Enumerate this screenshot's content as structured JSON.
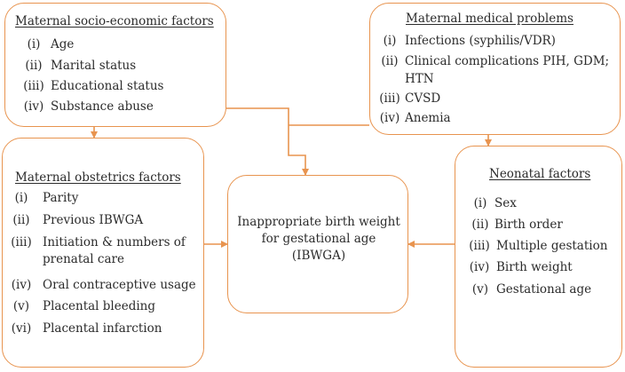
{
  "socio": {
    "title": "Maternal socio-economic factors",
    "items": [
      {
        "num": "(i)",
        "text": "Age"
      },
      {
        "num": "(ii)",
        "text": "Marital status"
      },
      {
        "num": "(iii)",
        "text": "Educational status"
      },
      {
        "num": "(iv)",
        "text": "Substance abuse"
      }
    ]
  },
  "medical": {
    "title": "Maternal medical problems",
    "items": [
      {
        "num": "(i)",
        "text": "Infections (syphilis/VDR)"
      },
      {
        "num": "(ii)",
        "text": "Clinical complications PIH, GDM;",
        "text2": "HTN"
      },
      {
        "num": "(iii)",
        "text": "CVSD"
      },
      {
        "num": "(iv)",
        "text": "Anemia"
      }
    ]
  },
  "obstetric": {
    "title": "Maternal obstetrics factors",
    "items": [
      {
        "num": "(i)",
        "text": "Parity"
      },
      {
        "num": "(ii)",
        "text": "Previous IBWGA"
      },
      {
        "num": "(iii)",
        "text": "Initiation & numbers of",
        "text2": "prenatal care"
      },
      {
        "num": "(iv)",
        "text": "Oral contraceptive usage"
      },
      {
        "num": "(v)",
        "text": "Placental bleeding"
      },
      {
        "num": "(vi)",
        "text": "Placental infarction"
      }
    ]
  },
  "neonatal": {
    "title": "Neonatal factors",
    "items": [
      {
        "num": "(i)",
        "text": "Sex"
      },
      {
        "num": "(ii)",
        "text": "Birth order"
      },
      {
        "num": "(iii)",
        "text": "Multiple gestation"
      },
      {
        "num": "(iv)",
        "text": "Birth weight"
      },
      {
        "num": "(v)",
        "text": "Gestational age"
      }
    ]
  },
  "center": {
    "line1": "Inappropriate birth weight",
    "line2": "for gestational age",
    "line3": "(IBWGA)"
  },
  "colors": {
    "border": "#e8944f",
    "arrow": "#e8944f"
  }
}
